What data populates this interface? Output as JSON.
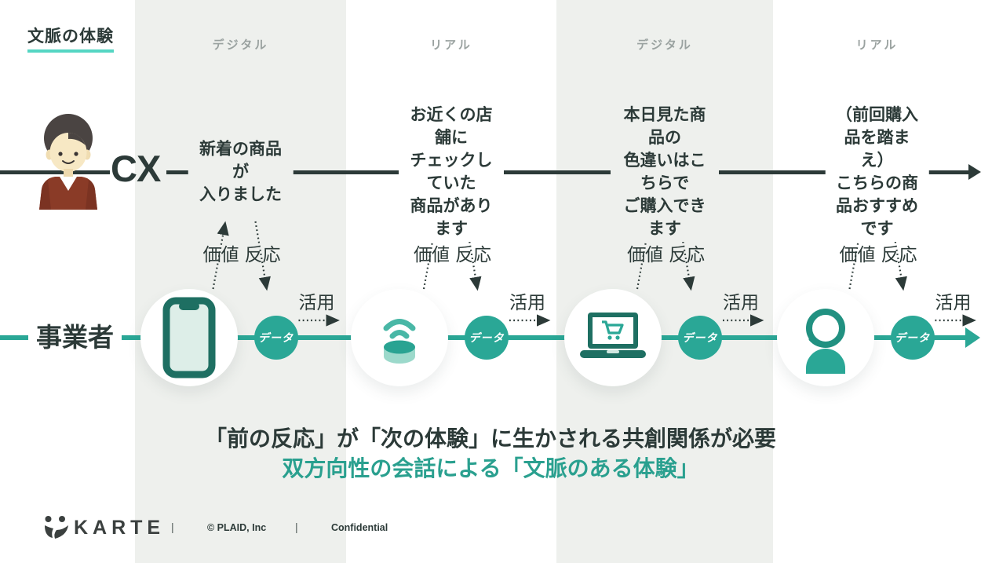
{
  "page_title": "文脈の体験",
  "cx_row_label": "CX",
  "business_row_label": "事業者",
  "columns": [
    {
      "header": "デジタル",
      "message": "新着の商品が\n入りました",
      "value": "価値",
      "reaction": "反応",
      "usage": "活用",
      "data": "データ",
      "icon": "smartphone"
    },
    {
      "header": "リアル",
      "message": "お近くの店舗に\nチェックしていた\n商品があります",
      "value": "価値",
      "reaction": "反応",
      "usage": "活用",
      "data": "データ",
      "icon": "beacon"
    },
    {
      "header": "デジタル",
      "message": "本日見た商品の\n色違いはこちらで\nご購入できます",
      "value": "価値",
      "reaction": "反応",
      "usage": "活用",
      "data": "データ",
      "icon": "laptop-cart"
    },
    {
      "header": "リアル",
      "message": "（前回購入品を踏まえ）\nこちらの商品おすすめ\nです",
      "value": "価値",
      "reaction": "反応",
      "usage": "活用",
      "data": "データ",
      "icon": "support-agent"
    }
  ],
  "summary": {
    "line1": "「前の反応」が「次の体験」に生かされる共創関係が必要",
    "line2": "双方向性の会話による「文脈のある体験」"
  },
  "footer": {
    "brand": "KARTE",
    "separator1": "|",
    "copyright": "© PLAID, Inc",
    "separator2": "|",
    "confidential": "Confidential"
  },
  "colors": {
    "accent_teal": "#2aa796",
    "dark_slate": "#2c3a38",
    "column_background": "#eef0ed",
    "title_underline": "#55d6c3",
    "summary_teal": "#2aa08f"
  }
}
